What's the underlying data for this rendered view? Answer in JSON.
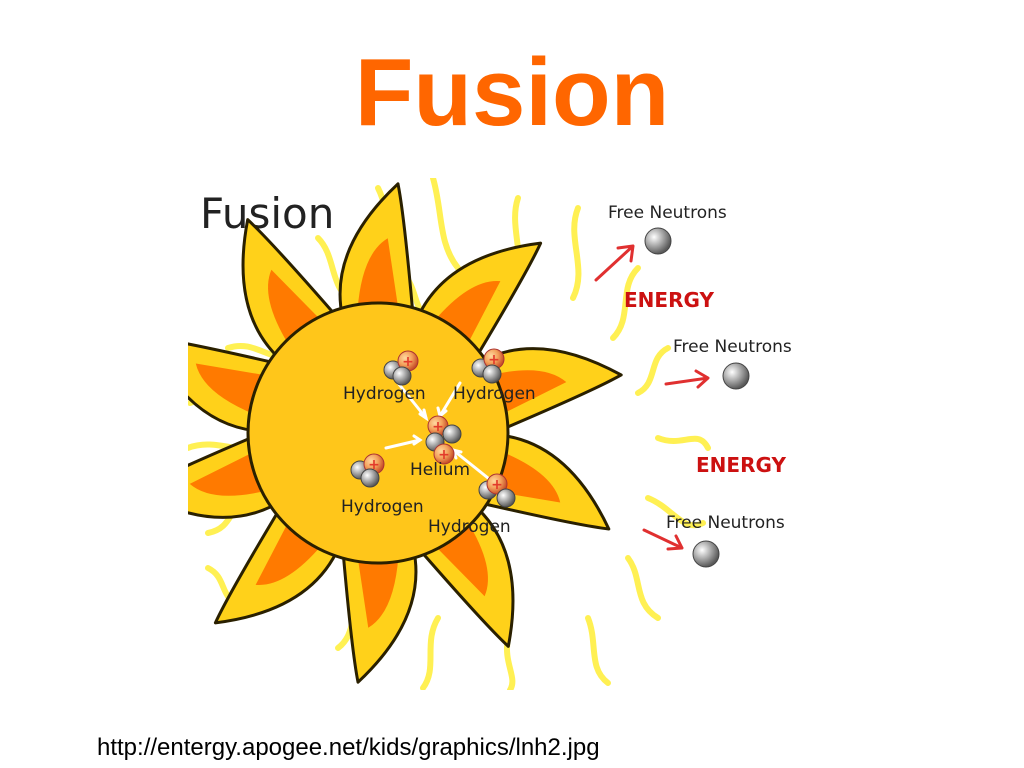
{
  "slide": {
    "title": "Fusion",
    "caption": "http://entergy.apogee.net/kids/graphics/lnh2.jpg"
  },
  "diagram": {
    "heading": "Fusion",
    "nucleus_labels": {
      "top_left": "Hydrogen",
      "top_right": "Hydrogen",
      "center": "Helium",
      "bottom_left": "Hydrogen",
      "bottom_right": "Hydrogen"
    },
    "outputs": [
      {
        "label": "Free Neutrons"
      },
      {
        "label": "ENERGY"
      },
      {
        "label": "Free Neutrons"
      },
      {
        "label": "ENERGY"
      },
      {
        "label": "Free Neutrons"
      }
    ]
  },
  "colors": {
    "title": "#ff6600",
    "energy": "#cc1111",
    "sun_core": "#ffc61a",
    "flame_outer": "#ffd11a",
    "flame_inner": "#ff7a00",
    "halo": "#fff25a",
    "arrow": "#e03030",
    "neutron": "#9a9a9a",
    "proton": "#e23b2b"
  },
  "icons": {
    "neutron": "gray-sphere",
    "proton": "red-plus-sphere",
    "arrow": "hand-drawn-arrow"
  }
}
